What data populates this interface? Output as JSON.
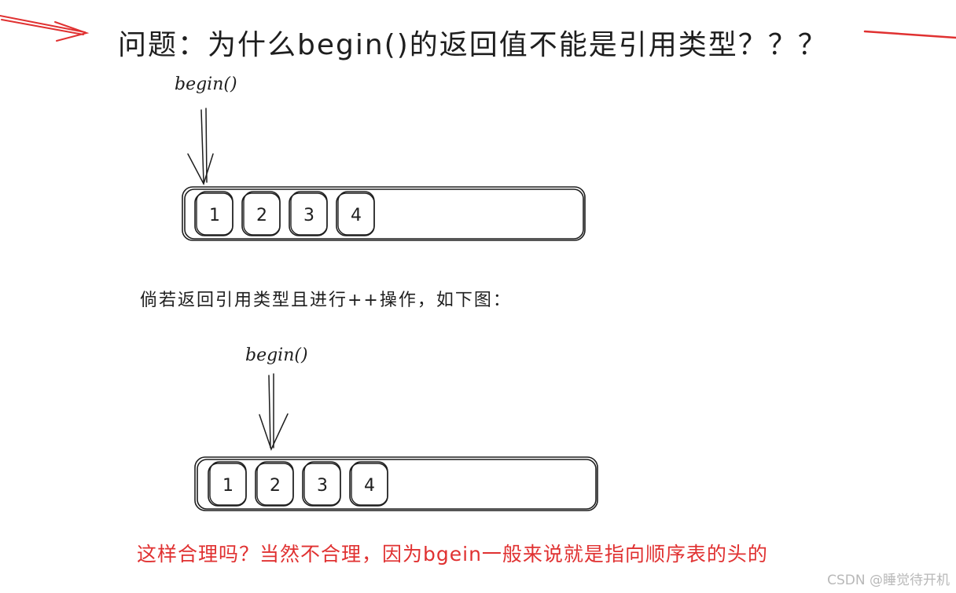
{
  "title": "问题：为什么begin()的返回值不能是引用类型？？？",
  "pointer_label_top": "begin()",
  "pointer_label_bottom": "begin()",
  "caption": "倘若返回引用类型且进行++操作，如下图：",
  "conclusion": "这样合理吗？当然不合理，因为bgein一般来说就是指向顺序表的头的",
  "top_array": [
    "1",
    "2",
    "3",
    "4"
  ],
  "bottom_array": [
    "1",
    "2",
    "3",
    "4"
  ],
  "watermark": "CSDN @睡觉待开机",
  "colors": {
    "ink": "#1e1e1e",
    "accent_red": "#e03131",
    "watermark": "#b8b8b8"
  }
}
